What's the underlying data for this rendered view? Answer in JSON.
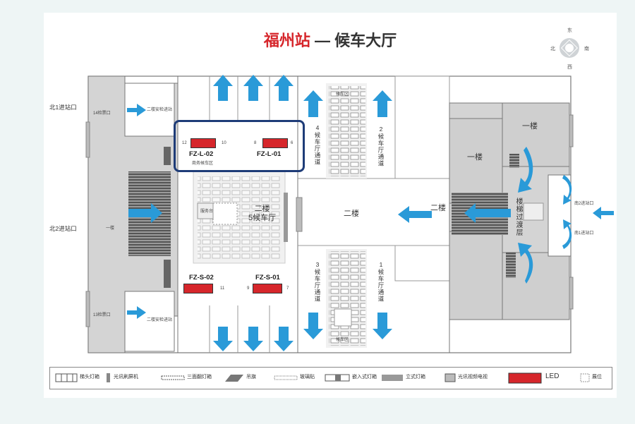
{
  "title": {
    "station": "福州站",
    "rest": " — 候车大厅"
  },
  "compass": {
    "north": "北",
    "east": "东",
    "south": "南",
    "west": "西"
  },
  "labels": {
    "north1_entrance": "北1进站口",
    "north2_entrance": "北2进站口",
    "south1_entrance": "南1进站口",
    "south2_entrance": "南2进站口",
    "gate14": "14检票口",
    "gate13": "13检票口",
    "security_top": "二楼安检进站",
    "security_bottom": "二楼安检进站",
    "floor1_left": "一楼",
    "floor1_right_top": "一楼",
    "floor1_right_mid": "一楼",
    "floor2_center": "二楼",
    "floor2_right": "二楼",
    "waiting5": "二楼\n5候车厅",
    "stair_layer": "楼梯过渡层",
    "passage4": "4候车厅通道",
    "passage2": "2候车厅通道",
    "passage3": "3候车厅通道",
    "passage1": "1候车厅通道",
    "seat_top": "候车区",
    "seat_bottom": "候车区",
    "waiting_area": "商务候车区",
    "service": "服务台"
  },
  "screens": {
    "FZ-L-02": {
      "code": "FZ-L-02",
      "left_num": "12",
      "right_num": "10"
    },
    "FZ-L-01": {
      "code": "FZ-L-01",
      "left_num": "8",
      "right_num": "6"
    },
    "FZ-S-02": {
      "code": "FZ-S-02",
      "right_num": "11"
    },
    "FZ-S-01": {
      "code": "FZ-S-01",
      "left_num": "9",
      "right_num": "7"
    }
  },
  "legend": {
    "item1": "梯头灯箱",
    "item2": "光讯刷屏机",
    "item3": "三面翻灯箱",
    "item4": "吊旗",
    "item5": "玻璃贴",
    "item6": "嵌入式灯箱",
    "item7": "立式灯箱",
    "item8": "光讯视频电视",
    "item9": "LED",
    "item10": "展位"
  },
  "colors": {
    "arrow": "#2a9ad8",
    "led": "#d6262b",
    "highlight": "#1e3c78",
    "grey_area": "#d4d4d4"
  }
}
